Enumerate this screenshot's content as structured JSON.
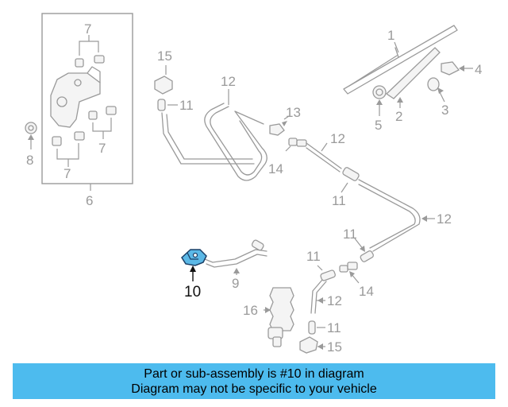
{
  "diagram": {
    "highlight_color": "#5bb8e6",
    "highlighted_part": "10",
    "callouts": {
      "c1": "1",
      "c2": "2",
      "c3": "3",
      "c4": "4",
      "c5": "5",
      "c6": "6",
      "c7a": "7",
      "c7b": "7",
      "c7c": "7",
      "c8": "8",
      "c9": "9",
      "c10": "10",
      "c11a": "11",
      "c11b": "11",
      "c11c": "11",
      "c11d": "11",
      "c11e": "11",
      "c12a": "12",
      "c12b": "12",
      "c12c": "12",
      "c12d": "12",
      "c13": "13",
      "c14a": "14",
      "c14b": "14",
      "c15a": "15",
      "c15b": "15",
      "c16": "16"
    }
  },
  "banner": {
    "line1": "Part or sub-assembly is #10 in diagram",
    "line2": "Diagram may not be specific to your vehicle",
    "background": "#4dbbee"
  }
}
